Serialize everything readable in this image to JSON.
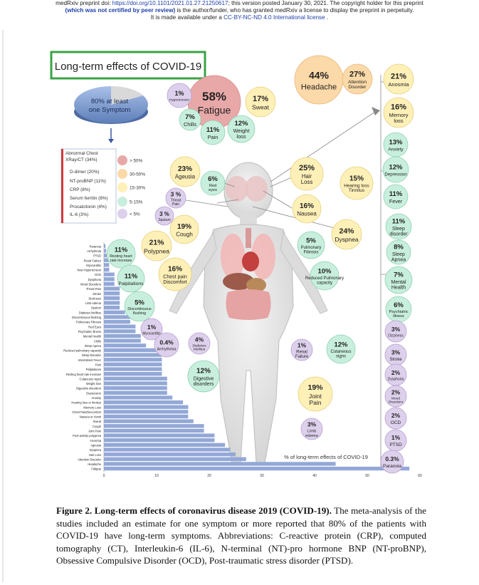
{
  "header": {
    "line1_prefix": "medRxiv preprint doi: ",
    "doi": "https://doi.org/10.1101/2021.01.27.21250617",
    "line1_suffix": "; this version posted January 30, 2021. The copyright holder for this preprint",
    "line2_bold": "(which was not certified by peer review)",
    "line2_suffix": " is the author/funder, who has granted medRxiv a license to display the preprint in perpetuity.",
    "line3_prefix": "It is made available under a ",
    "license": "CC-BY-NC-ND 4.0 International license",
    "line3_suffix": " ."
  },
  "figure": {
    "title": "Long-term effects of COVID-19",
    "pie_label_1": "80% at least",
    "pie_label_2": "one Symptom",
    "legend": {
      "items": [
        "Abnormal Chest",
        "XRay/CT (34%)",
        "D-dimer (20%)",
        "NT-proBNP (11%)",
        "CRP (8%)",
        "Serum ferritin (8%)",
        "Procalcitonin (4%)",
        "IL-6 (3%)"
      ],
      "scale": [
        {
          "label": "> 50%",
          "color": "#e8a8a8"
        },
        {
          "label": "30-50%",
          "color": "#fbd9a8"
        },
        {
          "label": "15-30%",
          "color": "#fff0b8"
        },
        {
          "label": "5-15%",
          "color": "#c8efdd"
        },
        {
          "label": "< 5%",
          "color": "#ddd0ec"
        }
      ]
    },
    "bubbles": [
      {
        "pct": "58%",
        "label": "Fatigue",
        "tier": 0
      },
      {
        "pct": "44%",
        "label": "Headache",
        "tier": 1
      },
      {
        "pct": "27%",
        "label": "Attention Disorder",
        "tier": 1
      },
      {
        "pct": "21%",
        "label": "Anosmia",
        "tier": 2
      },
      {
        "pct": "17%",
        "label": "Sweat",
        "tier": 2
      },
      {
        "pct": "1%",
        "label": "Hypertension",
        "tier": 4
      },
      {
        "pct": "7%",
        "label": "Chills",
        "tier": 3
      },
      {
        "pct": "11%",
        "label": "Pain",
        "tier": 3
      },
      {
        "pct": "12%",
        "label": "Weight loss",
        "tier": 3
      },
      {
        "pct": "16%",
        "label": "Memory loss",
        "tier": 2
      },
      {
        "pct": "13%",
        "label": "Anxiety",
        "tier": 3
      },
      {
        "pct": "12%",
        "label": "Depression",
        "tier": 3
      },
      {
        "pct": "23%",
        "label": "Ageusia",
        "tier": 2
      },
      {
        "pct": "6%",
        "label": "Red eyes",
        "tier": 3
      },
      {
        "pct": "25%",
        "label": "Hair Loss",
        "tier": 2
      },
      {
        "pct": "15%",
        "label": "Hearing loss Tinnitus",
        "tier": 2
      },
      {
        "pct": "11%",
        "label": "Fever",
        "tier": 3
      },
      {
        "pct": "3 %",
        "label": "Throat Pain",
        "tier": 4
      },
      {
        "pct": "3 %",
        "label": "Sputum",
        "tier": 4
      },
      {
        "pct": "16%",
        "label": "Nausea",
        "tier": 2
      },
      {
        "pct": "11%",
        "label": "Sleep disorder",
        "tier": 3
      },
      {
        "pct": "19%",
        "label": "Cough",
        "tier": 2
      },
      {
        "pct": "24%",
        "label": "Dyspnea",
        "tier": 2
      },
      {
        "pct": "21%",
        "label": "Polypnea",
        "tier": 2
      },
      {
        "pct": "5%",
        "label": "Pulmonary Fibrosis",
        "tier": 3
      },
      {
        "pct": "8%",
        "label": "Sleep Apnea",
        "tier": 3
      },
      {
        "pct": "11%",
        "label": "Resting heart rate increase",
        "tier": 3
      },
      {
        "pct": "11%",
        "label": "Palpitations",
        "tier": 3
      },
      {
        "pct": "16%",
        "label": "Chest pain Discomfort",
        "tier": 2
      },
      {
        "pct": "10%",
        "label": "Reduced Pulmonary capacity",
        "tier": 3
      },
      {
        "pct": "7%",
        "label": "Mental Health",
        "tier": 3
      },
      {
        "pct": "5%",
        "label": "Discontinuous flushing",
        "tier": 3
      },
      {
        "pct": "6%",
        "label": "Psychiatric illness",
        "tier": 3
      },
      {
        "pct": "1%",
        "label": "Myocarditis",
        "tier": 4
      },
      {
        "pct": "3%",
        "label": "Dizziness",
        "tier": 4
      },
      {
        "pct": "0.4%",
        "label": "Arrhythmia",
        "tier": 4
      },
      {
        "pct": "4%",
        "label": "Diabetes Mellitus",
        "tier": 4
      },
      {
        "pct": "1%",
        "label": "Renal Failure",
        "tier": 4
      },
      {
        "pct": "12%",
        "label": "Cutaneous signs",
        "tier": 3
      },
      {
        "pct": "3%",
        "label": "Stroke",
        "tier": 4
      },
      {
        "pct": "12%",
        "label": "Digestive disorders",
        "tier": 3
      },
      {
        "pct": "2%",
        "label": "Dysphoria",
        "tier": 4
      },
      {
        "pct": "19%",
        "label": "Joint Pain",
        "tier": 2
      },
      {
        "pct": "2%",
        "label": "Mood Disorders",
        "tier": 4
      },
      {
        "pct": "2%",
        "label": "OCD",
        "tier": 4
      },
      {
        "pct": "3%",
        "label": "Limb edema",
        "tier": 4
      },
      {
        "pct": "1%",
        "label": "PTSD",
        "tier": 4
      },
      {
        "pct": "0.3%",
        "label": "Paranoia",
        "tier": 4
      }
    ],
    "tier_colors": [
      "#e8a8a8",
      "#fbd9a8",
      "#fff0b8",
      "#c8efdd",
      "#ddd0ec"
    ],
    "chart_caption": "% of long-term effects of COVID-19"
  },
  "chart_data": {
    "type": "bar",
    "orientation": "horizontal",
    "xlabel": "% of long-term effects of COVID-19",
    "xlim": [
      0,
      60
    ],
    "xticks": [
      0,
      10,
      20,
      30,
      40,
      50,
      60
    ],
    "categories": [
      "Paranoia",
      "Arrhythmia",
      "PTSD",
      "Renal Failure",
      "Myocarditis",
      "New Hypertension",
      "OCD",
      "Dysphoria",
      "Mood Disorders",
      "Throat Pain",
      "Stroke",
      "Dizziness",
      "Limb edema",
      "Sputum",
      "Diabetes Mellitus",
      "Discontinuous flushing",
      "Pulmonary Fibrosis",
      "Red Eyes",
      "Psychiatric illness",
      "Mental Health",
      "Chills",
      "Sleep Apnea",
      "Reduced pulmonary capacity",
      "Sleep Disorder",
      "Intermittent Fever",
      "Pain",
      "Palpitations",
      "Resting heart rate increase",
      "Cutaneous signs",
      "Weight loss",
      "Digestive disorders",
      "Depression",
      "Anxiety",
      "Hearing loss or tinnitus",
      "Memory Loss",
      "Chest Pain/Discomfort",
      "Nausea or Vomit",
      "Sweat",
      "Cough",
      "Joint Pain",
      "Post-activity polypnea",
      "Anosmia",
      "Ageusia",
      "Dyspnea",
      "Hair Loss",
      "Attention Disorder",
      "Headache",
      "Fatigue"
    ],
    "values": [
      0.3,
      0.4,
      1,
      1,
      1,
      1,
      2,
      2,
      2,
      3,
      3,
      3,
      3,
      3,
      4,
      5,
      5,
      6,
      6,
      7,
      7,
      8,
      10,
      11,
      11,
      11,
      11,
      11,
      12,
      12,
      12,
      12,
      13,
      15,
      16,
      16,
      16,
      17,
      19,
      19,
      21,
      21,
      23,
      24,
      25,
      27,
      44,
      58
    ],
    "color": "#93a8d6"
  },
  "caption": {
    "bold": "Figure 2. Long-term effects of coronavirus disease 2019 (COVID-19).",
    "text": " The meta-analysis of the studies included an estimate for one symptom or more reported that 80% of the patients with COVID-19 have long-term symptoms. Abbreviations: C-reactive protein (CRP), computed tomography (CT), Interleukin-6 (IL-6), N-terminal (NT)-pro hormone BNP (NT-proBNP), Obsessive Compulsive Disorder (OCD), Post-traumatic stress disorder (PTSD)."
  }
}
